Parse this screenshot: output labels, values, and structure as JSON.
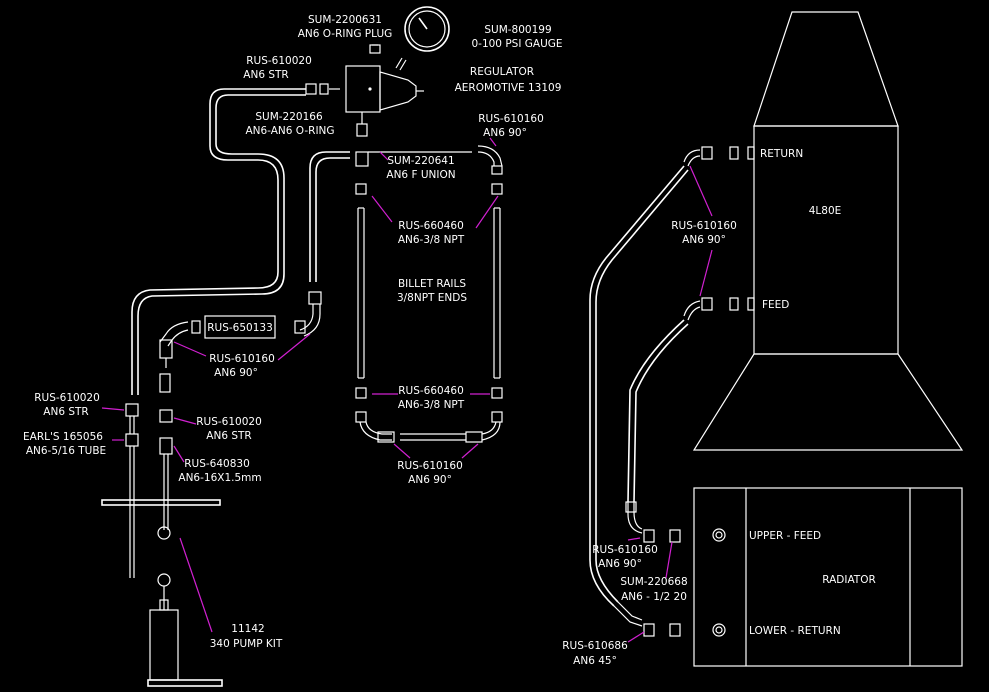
{
  "colors": {
    "background": "#000000",
    "line": "#ffffff",
    "leader": "#d020d0"
  },
  "labels": {
    "gauge_plug_part": "SUM-2200631",
    "gauge_plug_desc": "AN6 O-RING PLUG",
    "gauge_part": "SUM-800199",
    "gauge_desc": "0-100 PSI GAUGE",
    "reg_str_part": "RUS-610020",
    "reg_str_desc": "AN6 STR",
    "regulator_title": "REGULATOR",
    "regulator_model": "AEROMOTIVE 13109",
    "oring_part": "SUM-220166",
    "oring_desc": "AN6-AN6 O-RING",
    "rail90_top_part": "RUS-610160",
    "rail90_top_desc": "AN6 90°",
    "union_part": "SUM-220641",
    "union_desc": "AN6 F UNION",
    "npt_top_part": "RUS-660460",
    "npt_top_desc": "AN6-3/8 NPT",
    "rails_title": "BILLET RAILS",
    "rails_desc": "3/8NPT ENDS",
    "filter_part": "RUS-650133",
    "filter90_part": "RUS-610160",
    "filter90_desc": "AN6 90°",
    "str_left_part": "RUS-610020",
    "str_left_desc": "AN6 STR",
    "earls_part": "EARL'S 165056",
    "earls_desc": "AN6-5/16 TUBE",
    "str_mid_part": "RUS-610020",
    "str_mid_desc": "AN6 STR",
    "metric_part": "RUS-640830",
    "metric_desc": "AN6-16X1.5mm",
    "npt_bot_part": "RUS-660460",
    "npt_bot_desc": "AN6-3/8 NPT",
    "rail90_bot_part": "RUS-610160",
    "rail90_bot_desc": "AN6 90°",
    "pump_part": "11142",
    "pump_desc": "340 PUMP KIT",
    "trans_return": "RETURN",
    "trans_feed": "FEED",
    "trans_name": "4L80E",
    "trans90_part": "RUS-610160",
    "trans90_desc": "AN6 90°",
    "rad_upper": "UPPER - FEED",
    "rad_lower": "LOWER - RETURN",
    "rad_name": "RADIATOR",
    "rad90_part": "RUS-610160",
    "rad90_desc": "AN6 90°",
    "rad_adapt_part": "SUM-220668",
    "rad_adapt_desc": "AN6 - 1/2 20",
    "rad45_part": "RUS-610686",
    "rad45_desc": "AN6 45°"
  }
}
